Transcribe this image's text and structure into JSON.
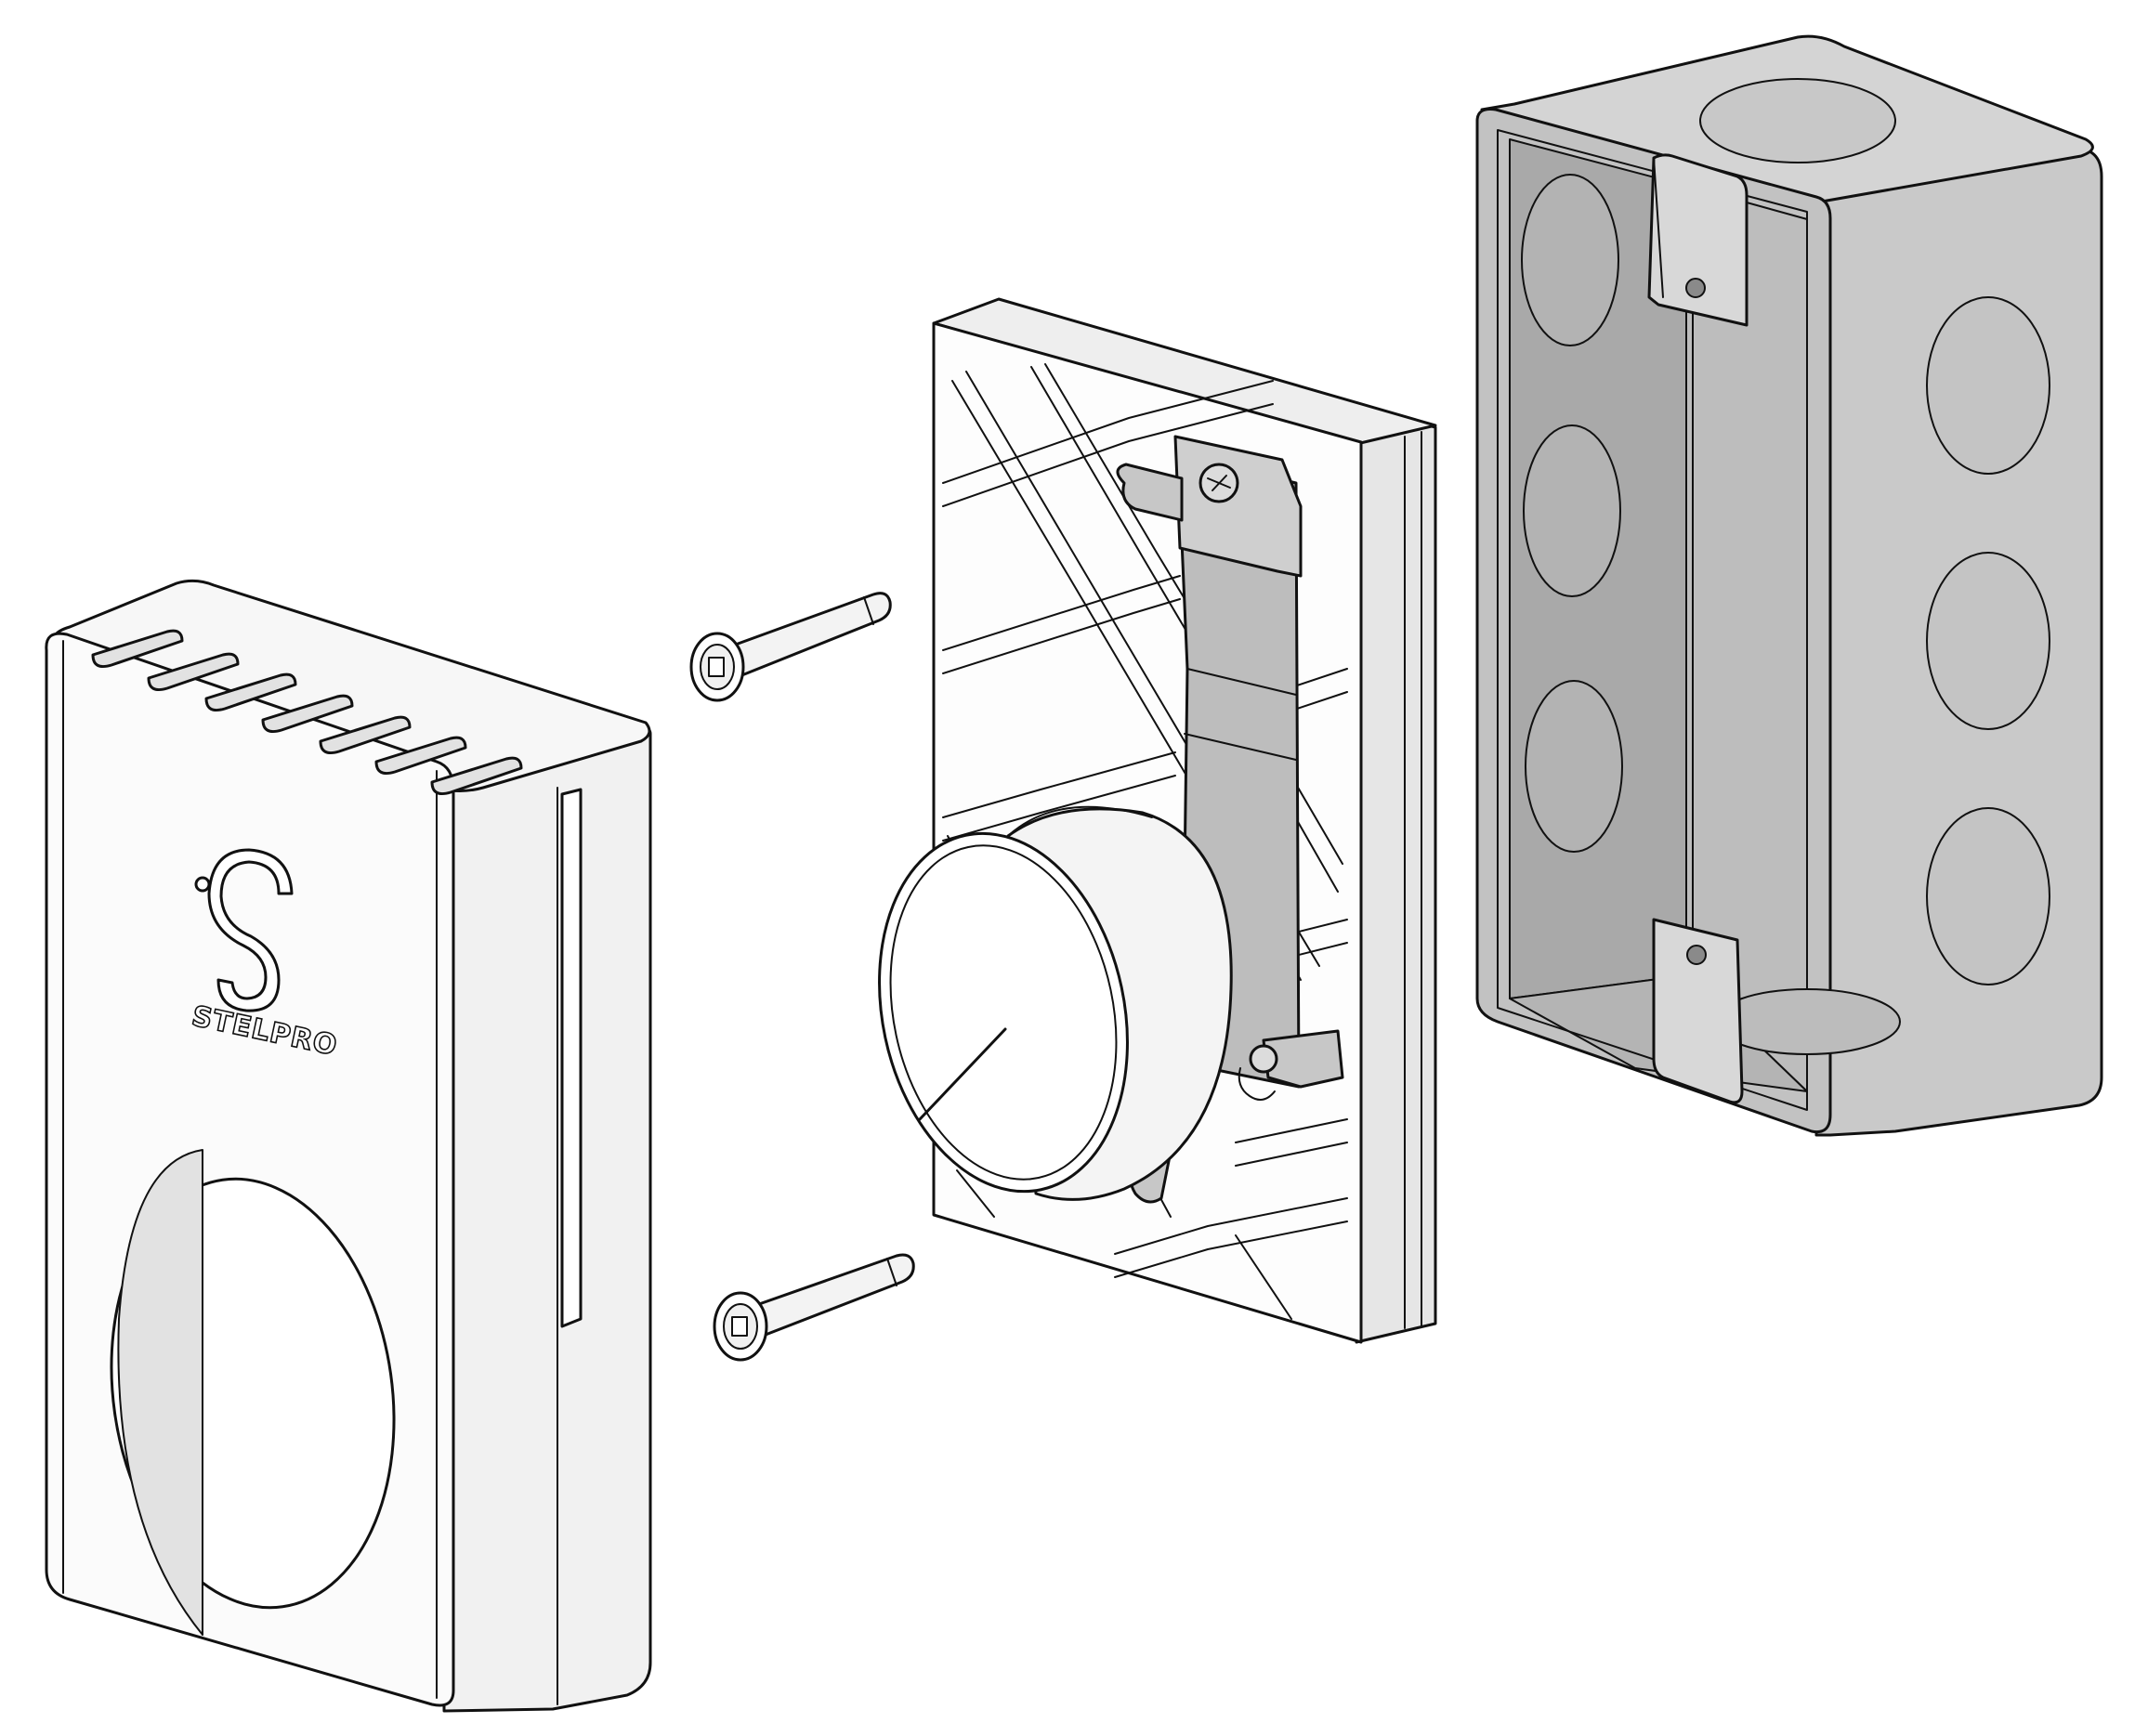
{
  "brand": {
    "name": "STELPRO",
    "symbol": "°S"
  },
  "palette": {
    "cover_face": "#fbfbfb",
    "cover_shade": "#e9e9e9",
    "cover_side": "#f2f2f2",
    "metal_light": "#cfcfcf",
    "metal_mid": "#bdbdbd",
    "metal_dark": "#a9a9a9",
    "knob": "#ffffff",
    "ink": "#111111"
  },
  "parts": [
    "thermostat-cover",
    "mounting-screw-top",
    "mounting-screw-bottom",
    "thermostat-mechanism",
    "electrical-box"
  ]
}
